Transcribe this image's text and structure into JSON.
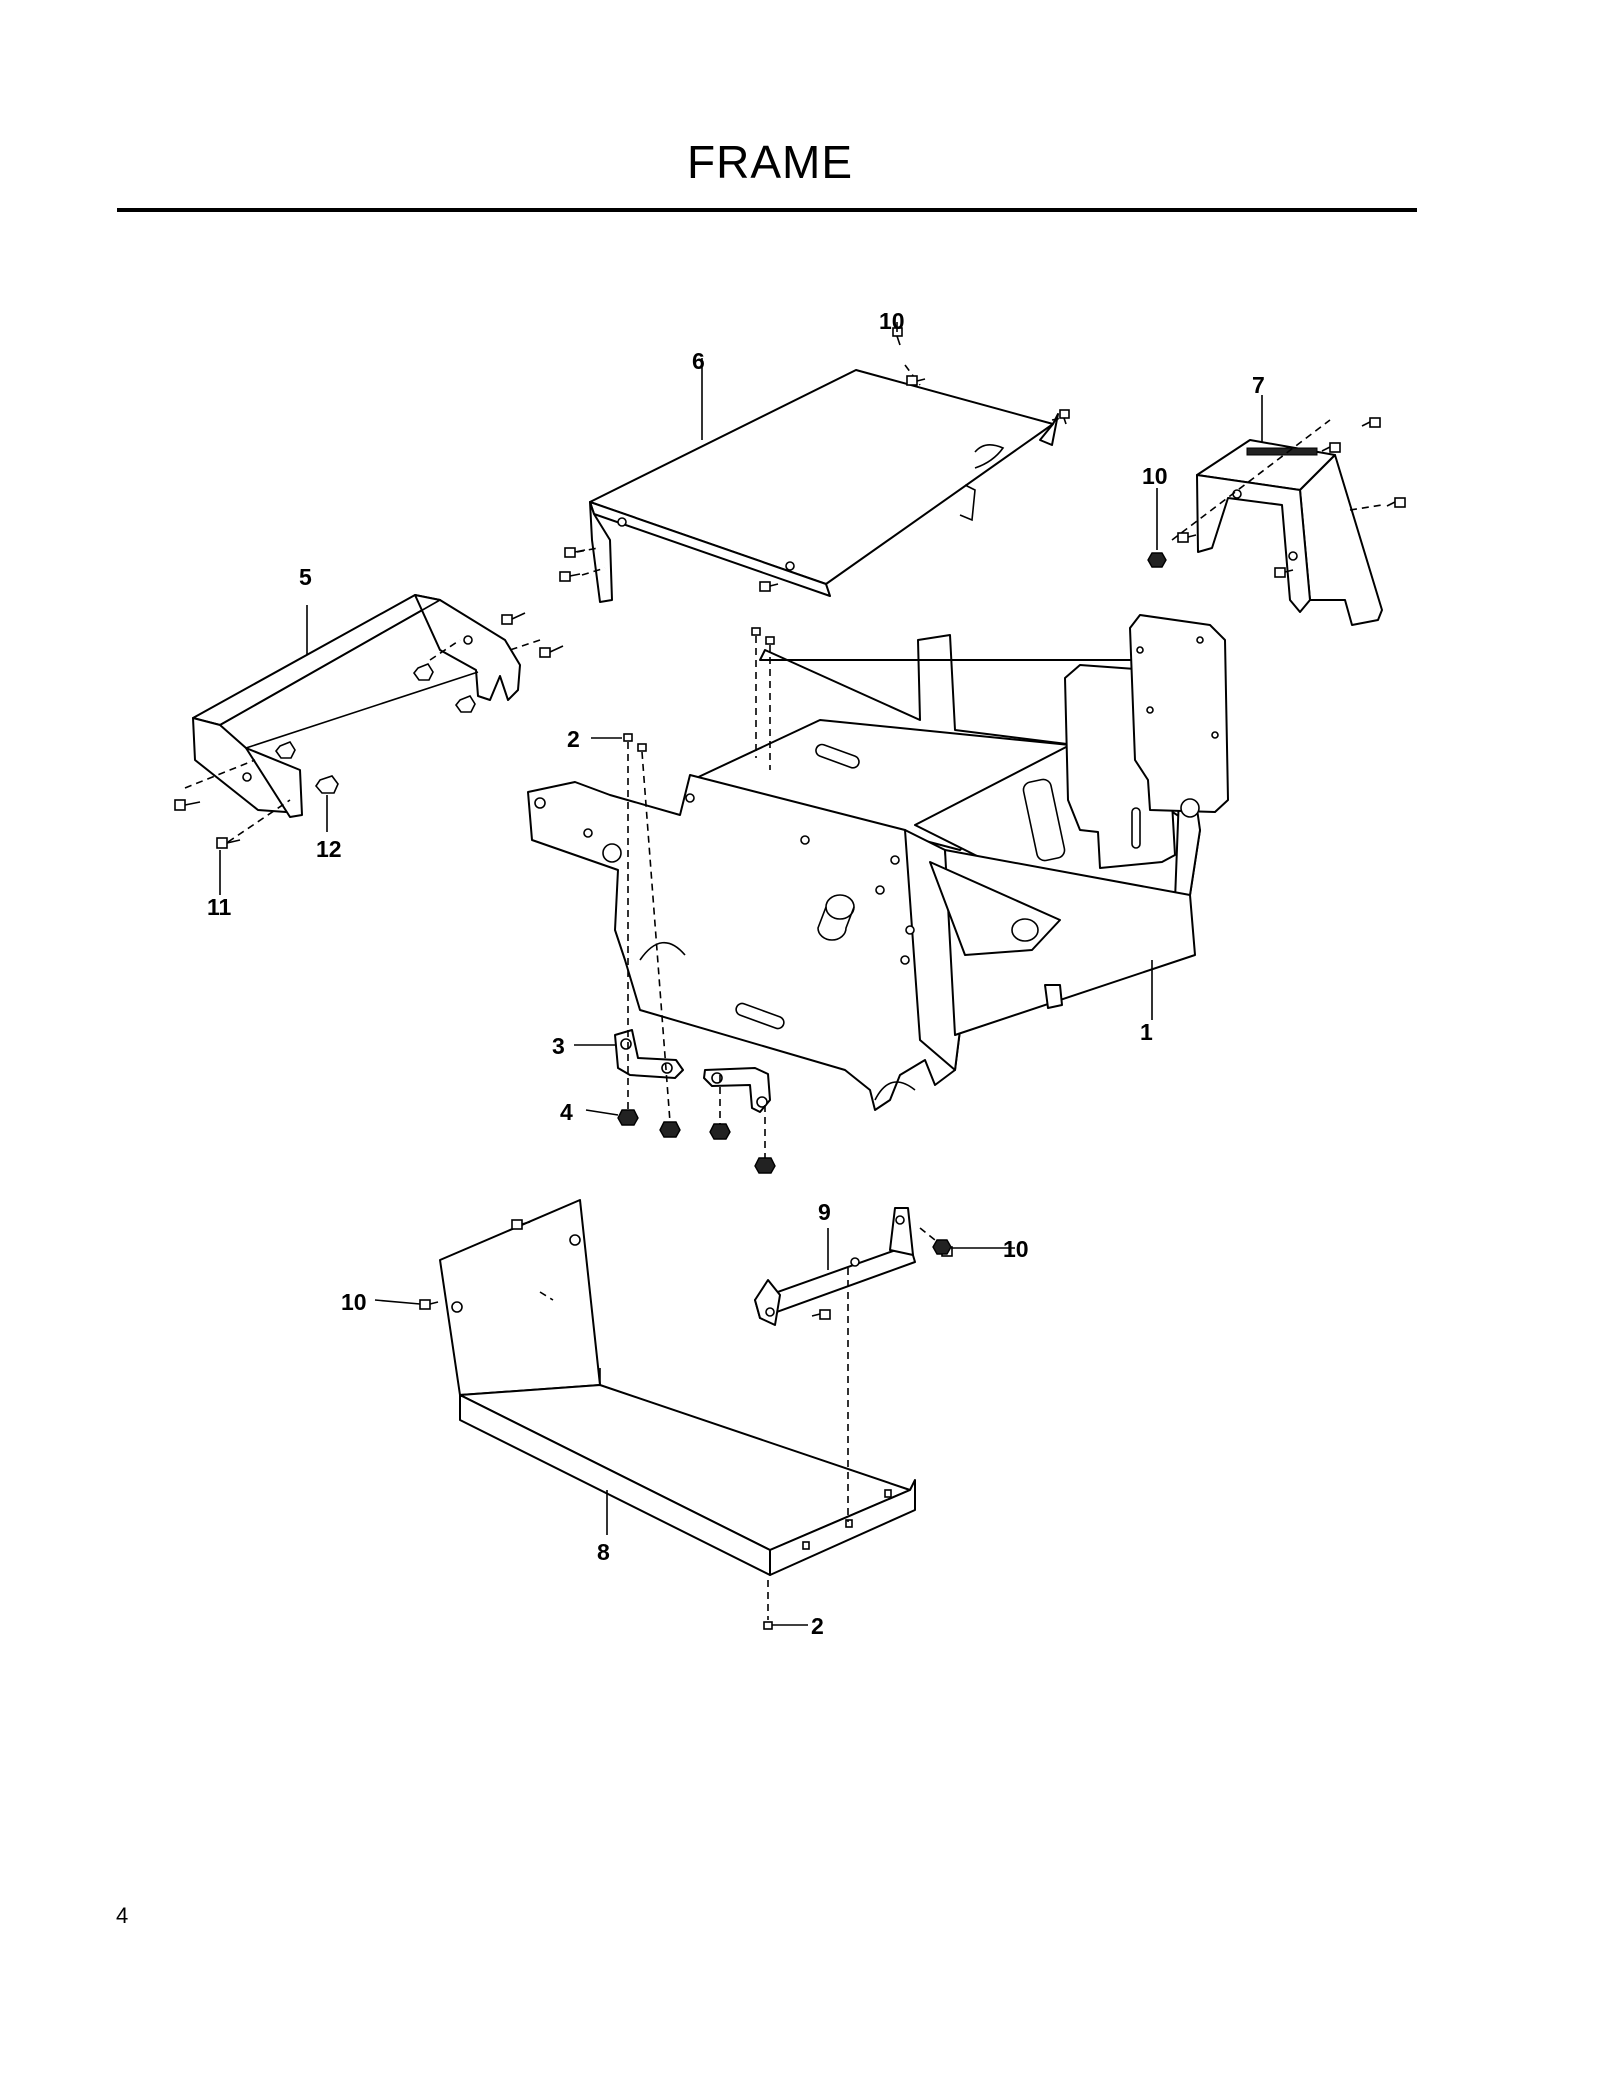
{
  "page": {
    "title": "FRAME",
    "page_number": "4"
  },
  "callouts": {
    "c1": "1",
    "c2a": "2",
    "c2b": "2",
    "c3": "3",
    "c4": "4",
    "c5": "5",
    "c6": "6",
    "c7": "7",
    "c8": "8",
    "c9": "9",
    "c10a": "10",
    "c10b": "10",
    "c10c": "10",
    "c10d": "10",
    "c11": "11",
    "c12": "12"
  }
}
